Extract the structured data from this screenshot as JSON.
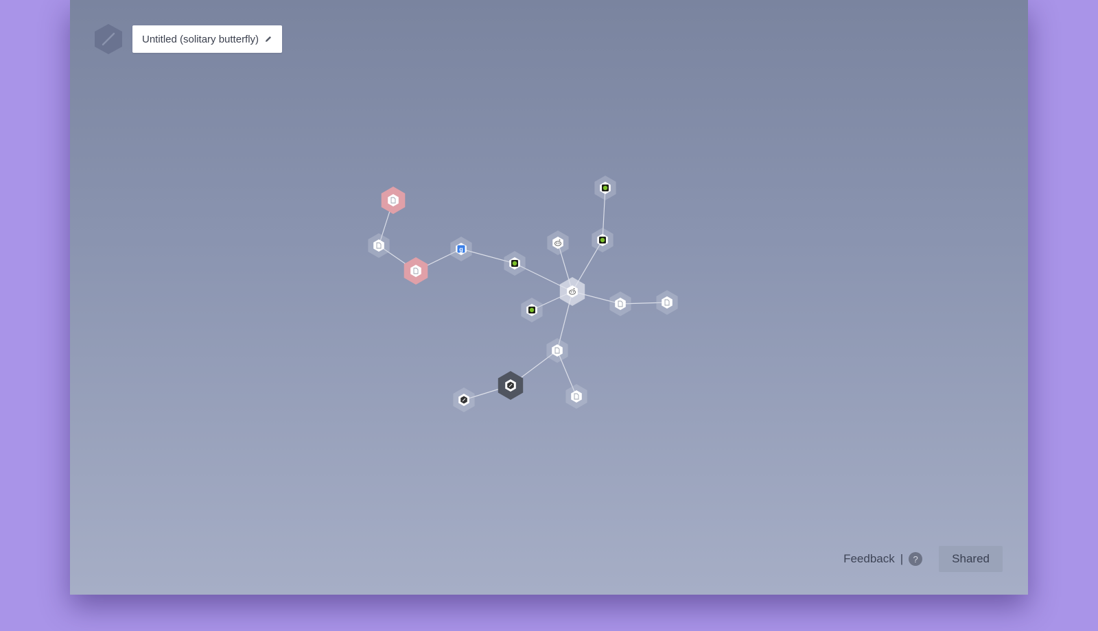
{
  "header": {
    "title": "Untitled (solitary butterfly)",
    "logo_icon": "feather-hexagon-icon",
    "edit_icon": "pencil-icon"
  },
  "footer": {
    "feedback_label": "Feedback",
    "separator": "|",
    "help_label": "?",
    "shared_label": "Shared"
  },
  "colors": {
    "accent_node": "#e0a0a8",
    "dark_node": "#505560",
    "google_blue": "#3b7fe8",
    "green_dot": "#7dc12a"
  }
}
